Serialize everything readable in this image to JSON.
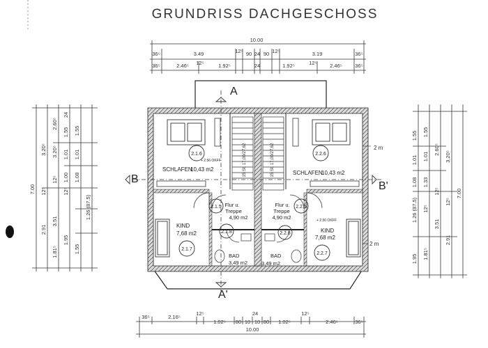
{
  "title": "GRUNDRISS DACHGESCHOSS",
  "section_markers": {
    "a_top": "A",
    "a_bottom": "A'",
    "b_left": "B",
    "b_right": "B'"
  },
  "top_dims": {
    "total": "10.00",
    "row1": [
      "36⁵",
      "3.49",
      "12⁵",
      "90",
      "24",
      "90",
      "12⁵",
      "3.19",
      "36⁵"
    ],
    "row2": [
      "36⁵",
      "2.46⁵",
      "12⁵",
      "1.92⁵",
      "24",
      "1.92⁵",
      "12⁵",
      "2.46⁵",
      "36⁵"
    ]
  },
  "bottom_dims": {
    "total": "10.00",
    "row1": [
      "36⁵",
      "2.16⁵",
      "12⁵",
      "1.02⁵",
      "80",
      "10",
      "24",
      "10",
      "80",
      "1.02⁵",
      "12⁵",
      "2.46⁵",
      "36⁵"
    ]
  },
  "left_dims": {
    "total": "7.00",
    "col1": [
      "3.20⁵",
      "12⁵",
      "2.91"
    ],
    "col2": [
      "2.60⁵",
      "3.20⁵",
      "12⁵",
      "3.51",
      "1.81⁵"
    ],
    "col3": [
      "24",
      "1.55",
      "1.01",
      "1.00",
      "12⁵",
      "1.95"
    ],
    "col4": [
      "1.55",
      "1.01",
      "1.08",
      "1.26 (87.5)",
      "1.55"
    ]
  },
  "right_dims": {
    "total": "7.00",
    "col1": [
      "1.55",
      "1.01",
      "1.08",
      "1.26 (87.5)",
      "1.95"
    ],
    "col2": [
      "1.55",
      "1.01",
      "1.33",
      "12⁵",
      "1.81⁵"
    ],
    "col3": [
      "2.60⁵",
      "12⁵",
      "3.51"
    ],
    "col4": [
      "3.20⁵",
      "12⁵",
      "2.91"
    ]
  },
  "rooms": {
    "schlafen_left": {
      "name": "SCHLAFEN",
      "area": "10,43 m2",
      "number": "2.1.6"
    },
    "schlafen_right": {
      "name": "SCHLAFEN",
      "area": "10,43 m2",
      "number": "2.2.6"
    },
    "flur_left": {
      "name": "Flur u.",
      "name2": "Treppe",
      "area": "4,90 m2",
      "number": "2.1.5"
    },
    "flur_right": {
      "name": "Flur u.",
      "name2": "Treppe",
      "area": "4,90 m2",
      "number": "2.2.5"
    },
    "kind_left": {
      "name": "KIND",
      "area": "7,68 m2",
      "number": "2.1.7"
    },
    "kind_right": {
      "name": "KIND",
      "area": "7,68 m2",
      "number": "2.2.7"
    },
    "bad_left": {
      "name": "BAD",
      "area": "3,49 m2",
      "number": "2.1.8"
    },
    "bad_right": {
      "name": "BAD",
      "area": "3,49 m2",
      "number": "2.2.8"
    }
  },
  "level_notes": {
    "left": "+ 2.56 OKFF",
    "right": "+ 2.50 OKFF"
  },
  "side_notes": {
    "upper": "2 m",
    "lower": "2 m"
  },
  "stair_text": {
    "left": "15 St. 17,00/27,62",
    "right": "15 St. 17,00/27,62"
  }
}
